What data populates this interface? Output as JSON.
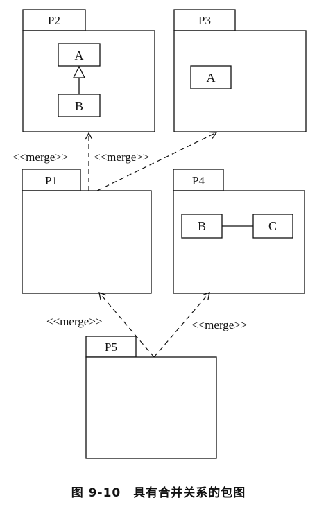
{
  "packages": {
    "p2": {
      "name": "P2",
      "class_a": "A",
      "class_b": "B"
    },
    "p3": {
      "name": "P3",
      "class_a": "A"
    },
    "p1": {
      "name": "P1"
    },
    "p4": {
      "name": "P4",
      "class_b": "B",
      "class_c": "C"
    },
    "p5": {
      "name": "P5"
    }
  },
  "relations": {
    "merge_p1_p2": "<<merge>>",
    "merge_p1_p3": "<<merge>>",
    "merge_p5_p1": "<<merge>>",
    "merge_p5_p4": "<<merge>>"
  },
  "caption": "图 9-10　具有合并关系的包图"
}
